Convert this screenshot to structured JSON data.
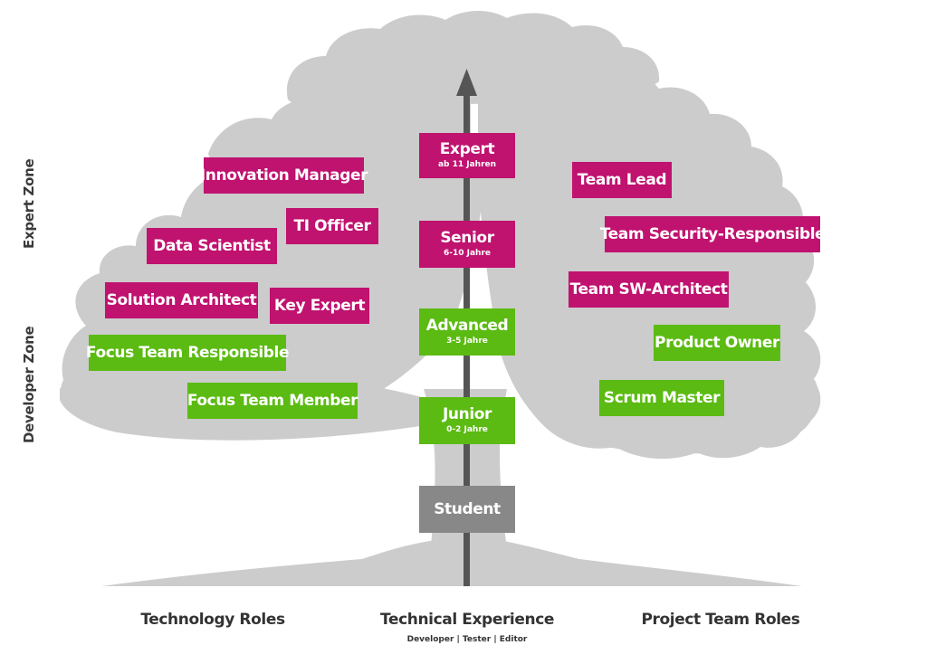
{
  "colors": {
    "tree": "#cccccc",
    "arrow": "#555555",
    "magenta": "#c0126f",
    "green": "#5bbb12",
    "gray": "#888888"
  },
  "zones": {
    "expert": "Expert Zone",
    "developer": "Developer Zone"
  },
  "levels": [
    {
      "title": "Expert",
      "sub": "ab 11 Jahren"
    },
    {
      "title": "Senior",
      "sub": "6-10 Jahre"
    },
    {
      "title": "Advanced",
      "sub": "3-5 Jahre"
    },
    {
      "title": "Junior",
      "sub": "0-2 Jahre"
    },
    {
      "title": "Student"
    }
  ],
  "technology_roles": {
    "innovation_manager": "Innovation Manager",
    "ti_officer": "TI Officer",
    "data_scientist": "Data Scientist",
    "solution_architect": "Solution Architect",
    "key_expert": "Key Expert",
    "focus_team_responsible": "Focus Team Responsible",
    "focus_team_member": "Focus Team Member"
  },
  "project_team_roles": {
    "team_lead": "Team Lead",
    "team_security_responsible": "Team Security-Responsible",
    "team_sw_architect": "Team SW-Architect",
    "product_owner": "Product Owner",
    "scrum_master": "Scrum Master"
  },
  "axis_labels": {
    "technology_roles": "Technology Roles",
    "technical_experience": "Technical Experience",
    "technical_experience_sub": "Developer | Tester | Editor",
    "project_team_roles": "Project Team Roles"
  }
}
